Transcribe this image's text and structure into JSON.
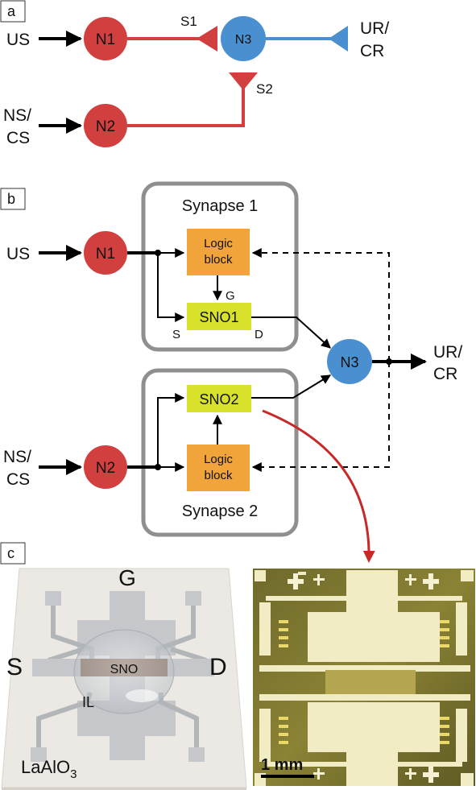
{
  "panel_a": {
    "letter": "a",
    "inputs": {
      "us": "US",
      "ns_cs_line1": "NS/",
      "ns_cs_line2": "CS"
    },
    "neurons": {
      "n1": "N1",
      "n2": "N2",
      "n3": "N3"
    },
    "synapses": {
      "s1": "S1",
      "s2": "S2"
    },
    "output": {
      "line1": "UR/",
      "line2": "CR"
    },
    "colors": {
      "red": "#d23f3f",
      "blue": "#4a90d0"
    }
  },
  "panel_b": {
    "letter": "b",
    "inputs": {
      "us": "US",
      "ns_cs_line1": "NS/",
      "ns_cs_line2": "CS"
    },
    "neurons": {
      "n1": "N1",
      "n2": "N2",
      "n3": "N3"
    },
    "synapse1": {
      "title": "Synapse 1",
      "logic_line1": "Logic",
      "logic_line2": "block",
      "sno": "SNO1",
      "gate": "G",
      "source": "S",
      "drain": "D"
    },
    "synapse2": {
      "title": "Synapse 2",
      "logic_line1": "Logic",
      "logic_line2": "block",
      "sno": "SNO2"
    },
    "output": {
      "line1": "UR/",
      "line2": "CR"
    },
    "colors": {
      "logic": "#f0a43a",
      "sno": "#d9e22b",
      "box": "#8f8f8f"
    }
  },
  "panel_c": {
    "letter": "c",
    "device": {
      "gate": "G",
      "source": "S",
      "drain": "D",
      "channel": "SNO",
      "electrolyte": "IL",
      "substrate_main": "LaAlO",
      "substrate_sub": "3"
    },
    "photo": {
      "scale_bar": "1 mm"
    }
  }
}
